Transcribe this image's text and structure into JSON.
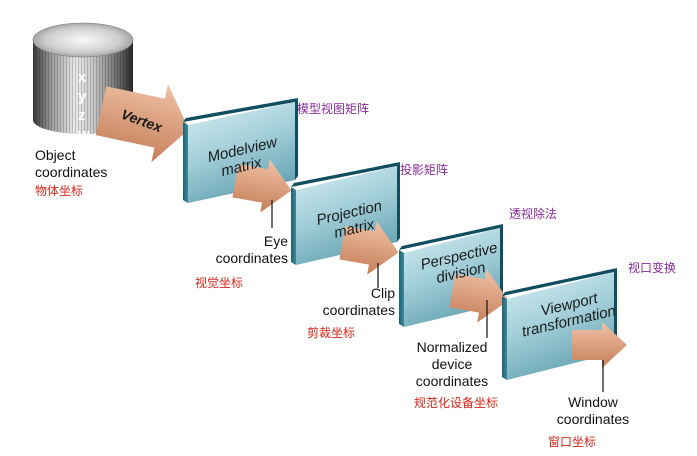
{
  "vertex": {
    "label": "Vertex",
    "components": [
      "x",
      "y",
      "z",
      "w"
    ]
  },
  "stages": [
    {
      "id": "modelview",
      "label_line1": "Modelview",
      "label_line2": "matrix",
      "cn": "模型视图矩阵"
    },
    {
      "id": "projection",
      "label_line1": "Projection",
      "label_line2": "matrix",
      "cn": "投影矩阵"
    },
    {
      "id": "perspective",
      "label_line1": "Perspective",
      "label_line2": "division",
      "cn": "透视除法"
    },
    {
      "id": "viewport",
      "label_line1": "Viewport",
      "label_line2": "transformation",
      "cn": "视口变换"
    }
  ],
  "coordinates": [
    {
      "id": "object",
      "lines": [
        "Object",
        "coordinates"
      ],
      "cn": "物体坐标"
    },
    {
      "id": "eye",
      "lines": [
        "Eye",
        "coordinates"
      ],
      "cn": "视觉坐标"
    },
    {
      "id": "clip",
      "lines": [
        "Clip",
        "coordinates"
      ],
      "cn": "剪裁坐标"
    },
    {
      "id": "ndc",
      "lines": [
        "Normalized",
        "device",
        "coordinates"
      ],
      "cn": "规范化设备坐标"
    },
    {
      "id": "window",
      "lines": [
        "Window",
        "coordinates"
      ],
      "cn": "窗口坐标"
    }
  ],
  "colors": {
    "box_front_top": "#c4e6ec",
    "box_front_bottom": "#7fb9c6",
    "box_side": "#2d7787",
    "box_top": "#0f4f60",
    "arrow": "#e0a27e",
    "arrow_dark": "#b86d48",
    "cn_red": "#d8261a",
    "cn_purple": "#8a2a9a"
  }
}
